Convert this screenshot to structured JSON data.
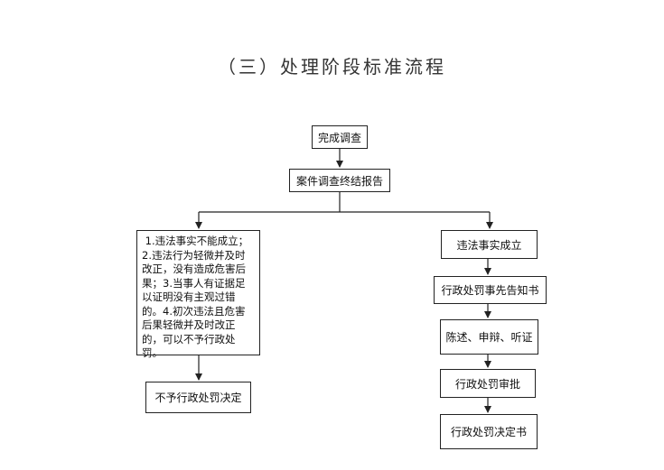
{
  "title": "（三）处理阶段标准流程",
  "nodes": {
    "complete_investigation": "完成调查",
    "final_report": "案件调查终结报告",
    "left_conditions": [
      " 1.违法事实不能成立；",
      "2.违法行为轻微并及时",
      "改正，没有造成危害后",
      "果；3.当事人有证据足",
      "以证明没有主观过错",
      "的。4.初次违法且危害",
      "后果轻微并及时改正",
      "的，可以不予行政处",
      "罚。"
    ],
    "no_penalty_decision": "不予行政处罚决定",
    "facts_established": "违法事实成立",
    "prior_notice": "行政处罚事先告知书",
    "statement_hearing": "陈述、申辩、听证",
    "approval": "行政处罚审批",
    "penalty_decision": "行政处罚决定书"
  }
}
